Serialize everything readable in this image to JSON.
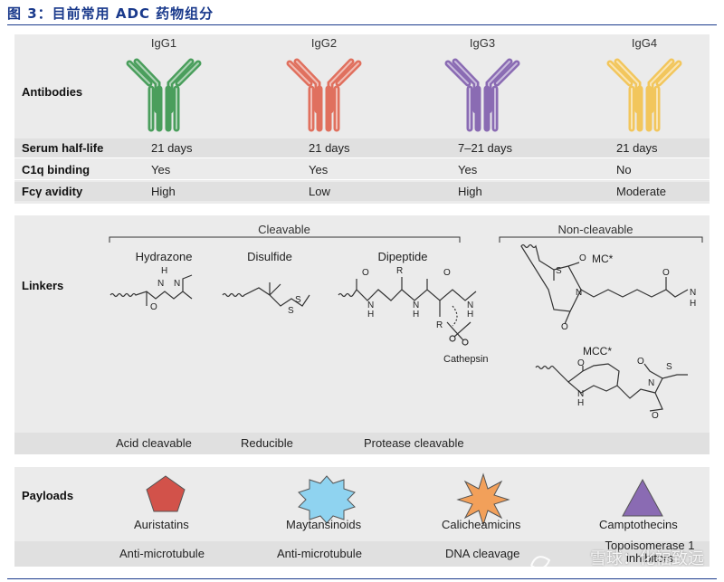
{
  "figure_title": "图 3：目前常用 ADC 药物组分",
  "antibodies": {
    "row_label": "Antibodies",
    "types": [
      {
        "name": "IgG1",
        "color": "#4a9e5c"
      },
      {
        "name": "IgG2",
        "color": "#e0705e"
      },
      {
        "name": "IgG3",
        "color": "#8a6bb3"
      },
      {
        "name": "IgG4",
        "color": "#f2c65c"
      }
    ],
    "properties": [
      {
        "label": "Serum half-life",
        "values": [
          "21 days",
          "21 days",
          "7–21 days",
          "21 days"
        ]
      },
      {
        "label": "C1q binding",
        "values": [
          "Yes",
          "Yes",
          "Yes",
          "No"
        ]
      },
      {
        "label": "Fcγ avidity",
        "values": [
          "High",
          "Low",
          "High",
          "Moderate"
        ]
      }
    ]
  },
  "linkers": {
    "row_label": "Linkers",
    "group_cleavable": "Cleavable",
    "group_noncleavable": "Non-cleavable",
    "hydrazone": "Hydrazone",
    "disulfide": "Disulfide",
    "dipeptide": "Dipeptide",
    "mc": "MC*",
    "mcc": "MCC*",
    "cathepsin": "Cathepsin",
    "mechanisms": [
      "Acid cleavable",
      "Reducible",
      "Protease cleavable"
    ]
  },
  "payloads": {
    "row_label": "Payloads",
    "items": [
      {
        "name": "Auristatins",
        "mechanism": "Anti-microtubule",
        "color": "#d2524a"
      },
      {
        "name": "Maytansinoids",
        "mechanism": "Anti-microtubule",
        "color": "#8fd3f0"
      },
      {
        "name": "Calicheamicins",
        "mechanism": "DNA cleavage",
        "color": "#f2a05a"
      },
      {
        "name": "Camptothecins",
        "mechanism": "Topoisomerase 1 inhibitors",
        "color": "#8a6bb3"
      }
    ]
  },
  "watermark": "雪球：化福致远"
}
